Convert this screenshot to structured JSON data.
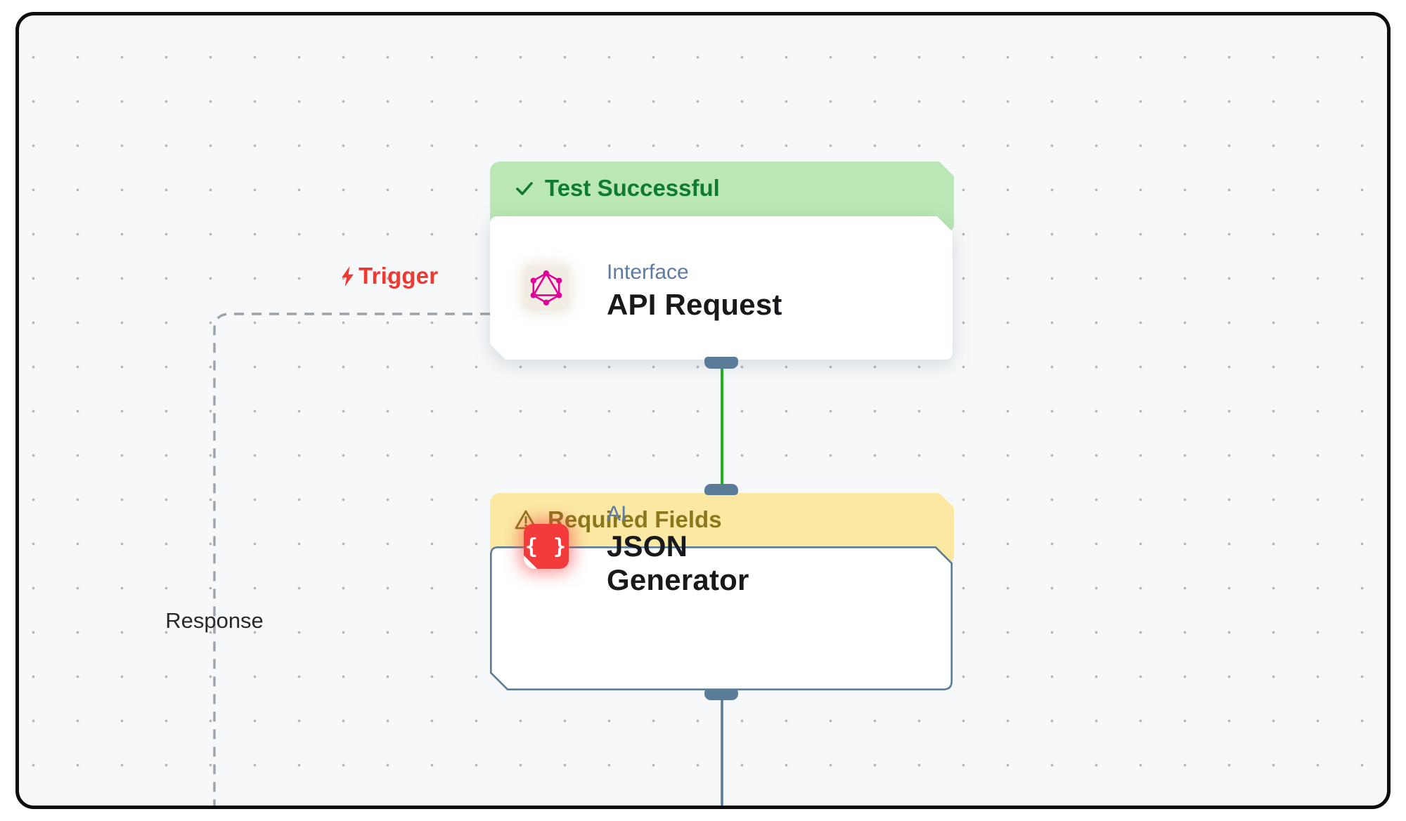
{
  "canvas": {
    "background_color": "#f6f8f9",
    "dot_color": "#b3b6bc",
    "frame_border_color": "#0d0d0f"
  },
  "edges": {
    "trigger": {
      "label": "Trigger",
      "color": "#ee3832",
      "icon": "lightning-bolt-icon",
      "style": "dashed"
    },
    "response": {
      "label": "Response",
      "color": "#26292e",
      "style": "dashed"
    },
    "dashed_edge_color": "#9aa2ab",
    "success_edge_color": "#1fb320",
    "pending_edge_color": "#5b7c99"
  },
  "nodes": [
    {
      "id": "api-request",
      "banner": {
        "label": "Test Successful",
        "icon": "check-icon",
        "background": "#bae7b5",
        "text_color": "#0f7a36"
      },
      "category": "Interface",
      "title": "API Request",
      "icon": "graphql-icon",
      "icon_color": "#e10098",
      "icon_background": "#f1ede3"
    },
    {
      "id": "json-generator",
      "banner": {
        "label": "Required Fields",
        "icon": "warning-triangle-icon",
        "background": "#fbe9a3",
        "text_color": "#8c771c"
      },
      "category": "AI",
      "title": "JSON Generator",
      "icon": "json-braces-icon",
      "icon_glyph": "{ }",
      "icon_background": "#f43b3b",
      "border_color": "#5b7c99"
    }
  ]
}
